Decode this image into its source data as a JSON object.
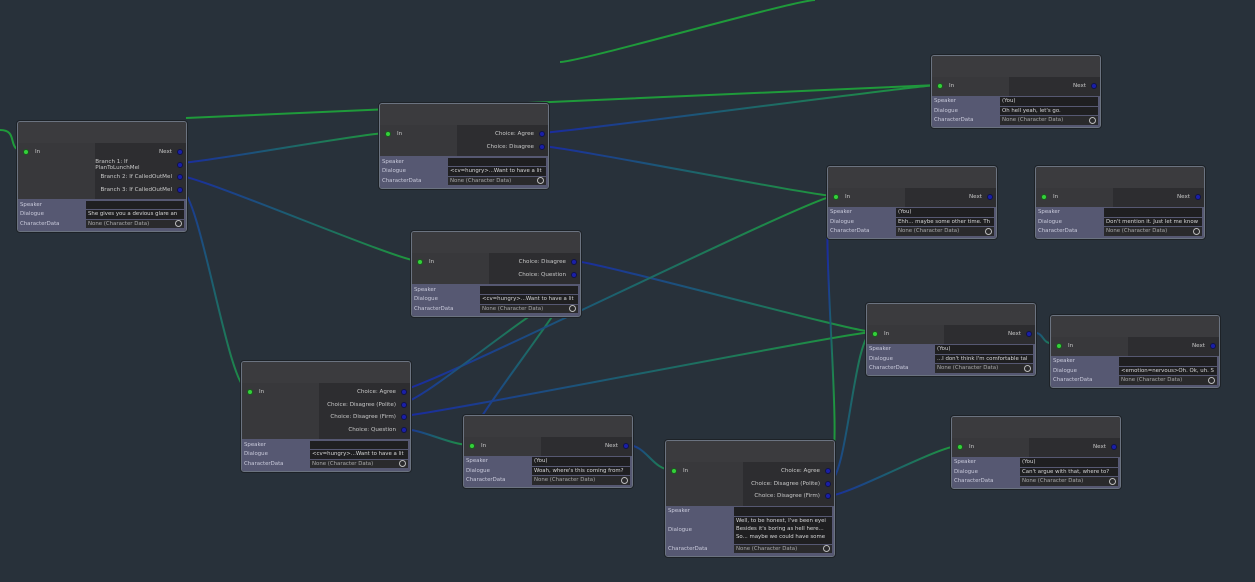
{
  "labels": {
    "in": "In",
    "speaker": "Speaker",
    "dialogue": "Dialogue",
    "character_data": "CharacterData"
  },
  "colors": {
    "background": "#28313a",
    "edge_in": "#1f9a3a",
    "edge_out": "#1a2aa0",
    "port_in": "#33d13a",
    "port_out": "#1a1fa8"
  },
  "nodes": [
    {
      "outputs": [
        "Next",
        "Branch 1: If PlanToLunchMel",
        "Branch 2: If CalledOutMel",
        "Branch 3: If CalledOutMel"
      ],
      "speaker": "",
      "dialogue": "She gives you a devious glare an",
      "character_data": "None (Character Data)"
    },
    {
      "outputs": [
        "Choice: Agree",
        "Choice: Disagree"
      ],
      "speaker": "",
      "dialogue": "<cv=hungry>...Want to have a lit",
      "character_data": "None (Character Data)"
    },
    {
      "outputs": [
        "Choice: Disagree",
        "Choice: Question"
      ],
      "speaker": "",
      "dialogue": "<cv=hungry>...Want to have a lit",
      "character_data": "None (Character Data)"
    },
    {
      "outputs": [
        "Choice: Agree",
        "Choice: Disagree (Polite)",
        "Choice: Disagree (Firm)",
        "Choice: Question"
      ],
      "speaker": "",
      "dialogue": "<cv=hungry>...Want to have a lit",
      "character_data": "None (Character Data)"
    },
    {
      "outputs": [
        "Next"
      ],
      "speaker": "(You)",
      "dialogue": "Woah, where's this coming from?",
      "character_data": "None (Character Data)"
    },
    {
      "outputs": [
        "Choice: Agree",
        "Choice: Disagree (Polite)",
        "Choice: Disagree (Firm)"
      ],
      "speaker": "",
      "dialogue": "Well, to be honest, I've been eyei\nBesides it's boring as hell here...\nSo... maybe we could have some",
      "character_data": "None (Character Data)"
    },
    {
      "outputs": [
        "Next"
      ],
      "speaker": "(You)",
      "dialogue": "Oh hell yeah, let's go.",
      "character_data": "None (Character Data)"
    },
    {
      "outputs": [
        "Next"
      ],
      "speaker": "(You)",
      "dialogue": "Ehh... maybe some other time. Th",
      "character_data": "None (Character Data)"
    },
    {
      "outputs": [
        "Next"
      ],
      "speaker": "",
      "dialogue": "Don't mention it. Just let me know",
      "character_data": "None (Character Data)"
    },
    {
      "outputs": [
        "Next"
      ],
      "speaker": "(You)",
      "dialogue": "...I don't think I'm comfortable tal",
      "character_data": "None (Character Data)"
    },
    {
      "outputs": [
        "Next"
      ],
      "speaker": "",
      "dialogue": "<emotion=nervous>Oh. Ok, uh. S",
      "character_data": "None (Character Data)"
    },
    {
      "outputs": [
        "Next"
      ],
      "speaker": "(You)",
      "dialogue": "Can't argue with that, where to?",
      "character_data": "None (Character Data)"
    }
  ]
}
